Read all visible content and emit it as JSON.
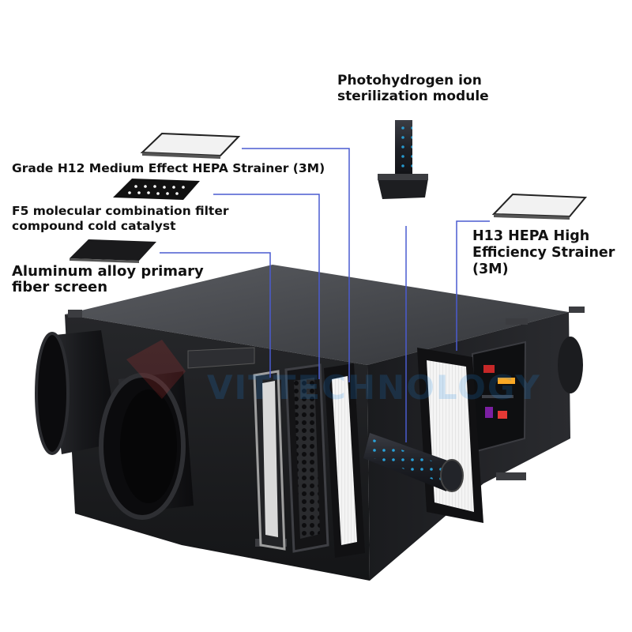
{
  "labels": {
    "photohydrogen": [
      "Photohydrogen ion",
      "sterilization module"
    ],
    "h12": "Grade H12 Medium Effect HEPA Strainer (3M)",
    "f5": [
      "F5 molecular combination filter",
      "compound cold catalyst"
    ],
    "aluminum": [
      "Aluminum alloy primary",
      "fiber screen"
    ],
    "h13": [
      "H13 HEPA High",
      "Efficiency Strainer",
      "(3M)"
    ]
  },
  "watermark": "VITTECHNOLOGY",
  "colors": {
    "leader_line": "#4a5bd0",
    "housing": "#1c1d20",
    "uv_glow": "#29b6f6"
  }
}
